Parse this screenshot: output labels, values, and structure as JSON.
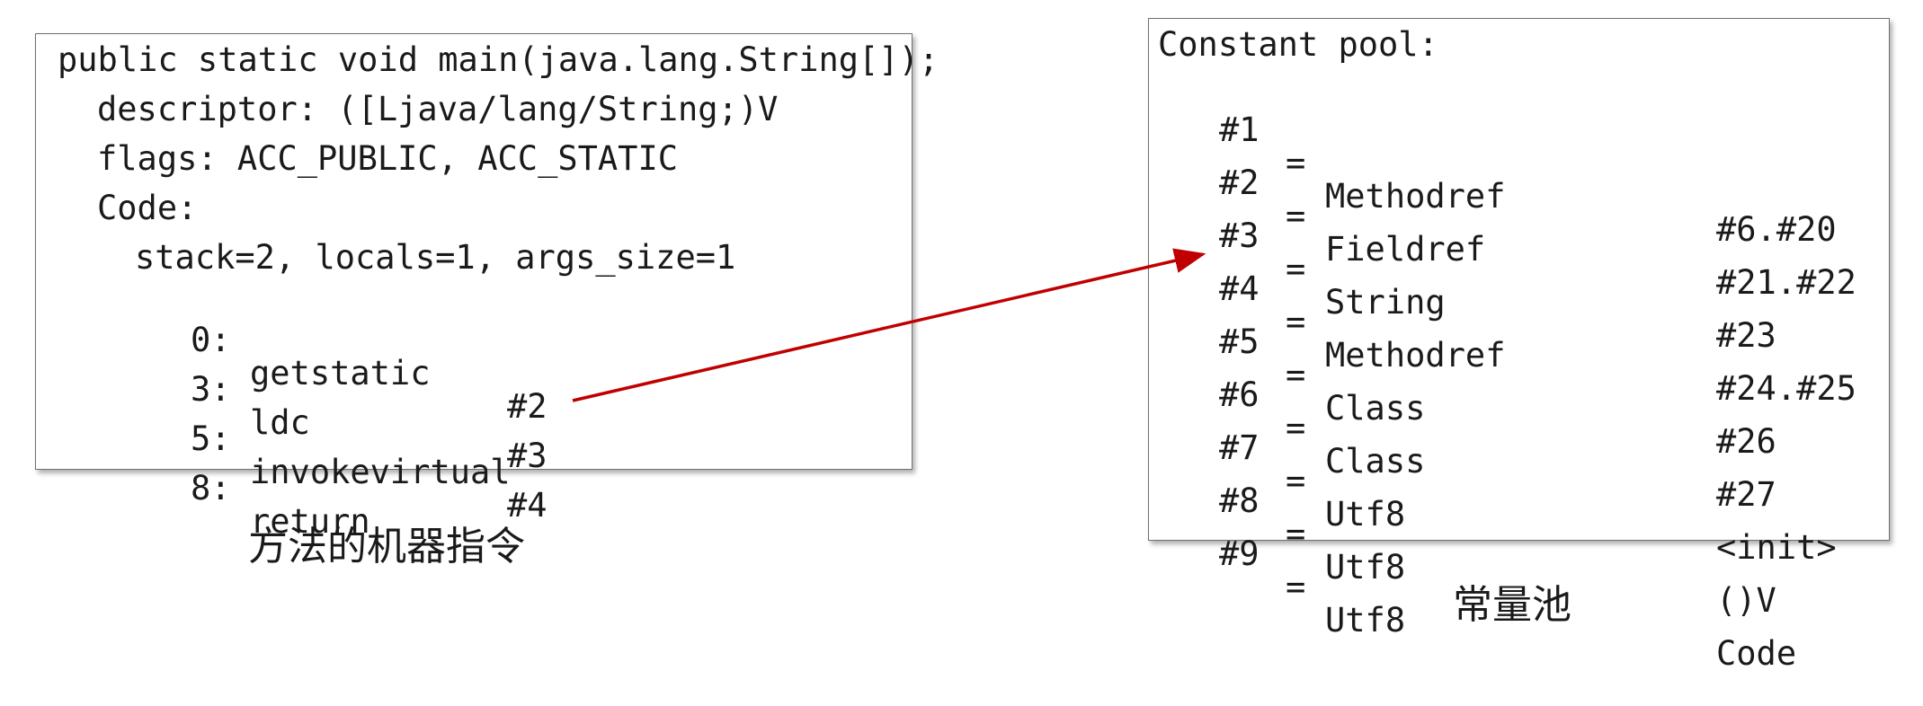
{
  "method": {
    "lines": [
      "public static void main(java.lang.String[]);",
      "descriptor: ([Ljava/lang/String;)V",
      "flags: ACC_PUBLIC, ACC_STATIC",
      "Code:",
      "stack=2, locals=1, args_size=1"
    ],
    "instructions": [
      {
        "offset": "0:",
        "op": "getstatic",
        "arg": "#2"
      },
      {
        "offset": "3:",
        "op": "ldc",
        "arg": "#3"
      },
      {
        "offset": "5:",
        "op": "invokevirtual",
        "arg": "#4"
      },
      {
        "offset": "8:",
        "op": "return",
        "arg": ""
      }
    ],
    "caption": "方法的机器指令"
  },
  "pool": {
    "title": "Constant pool:",
    "entries": [
      {
        "index": "#1",
        "eq": "=",
        "type": "Methodref",
        "value": "#6.#20"
      },
      {
        "index": "#2",
        "eq": "=",
        "type": "Fieldref",
        "value": "#21.#22"
      },
      {
        "index": "#3",
        "eq": "=",
        "type": "String",
        "value": "#23"
      },
      {
        "index": "#4",
        "eq": "=",
        "type": "Methodref",
        "value": "#24.#25"
      },
      {
        "index": "#5",
        "eq": "=",
        "type": "Class",
        "value": "#26"
      },
      {
        "index": "#6",
        "eq": "=",
        "type": "Class",
        "value": "#27"
      },
      {
        "index": "#7",
        "eq": "=",
        "type": "Utf8",
        "value": "<init>"
      },
      {
        "index": "#8",
        "eq": "=",
        "type": "Utf8",
        "value": "()V"
      },
      {
        "index": "#9",
        "eq": "=",
        "type": "Utf8",
        "value": "Code"
      }
    ],
    "caption": "常量池"
  },
  "colors": {
    "arrow": "#c00000",
    "border": "#6f6f6f",
    "text": "#1a1a1a"
  }
}
